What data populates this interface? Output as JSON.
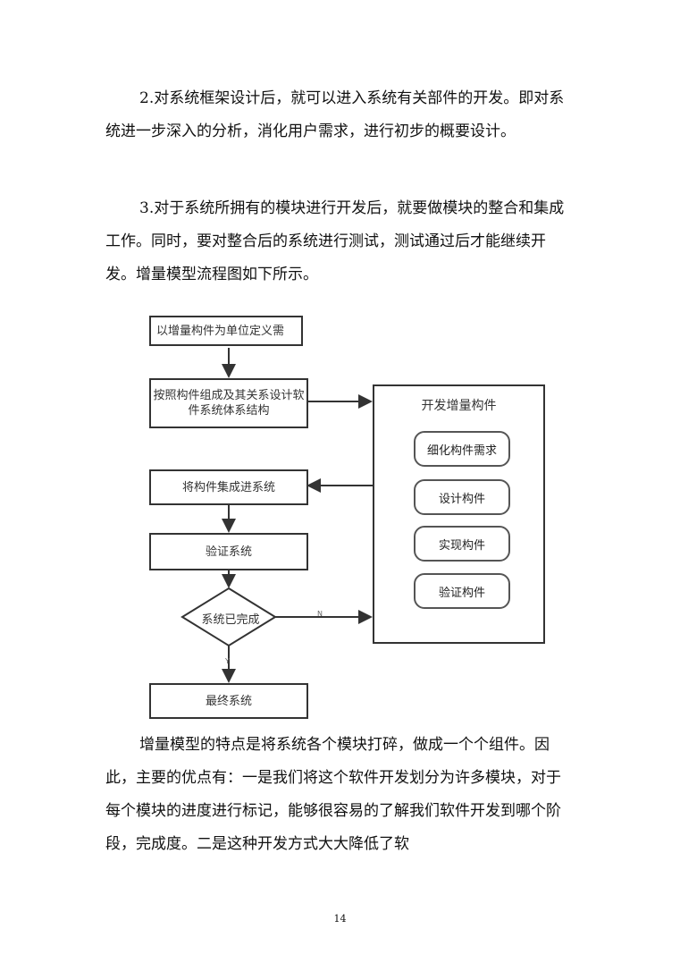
{
  "paragraphs": {
    "p1": "2.对系统框架设计后，就可以进入系统有关部件的开发。即对系统进一步深入的分析，消化用户需求，进行初步的概要设计。",
    "p2": "3.对于系统所拥有的模块进行开发后，就要做模块的整合和集成工作。同时，要对整合后的系统进行测试，测试通过后才能继续开发。增量模型流程图如下所示。",
    "p3": "增量模型的特点是将系统各个模块打碎，做成一个个组件。因此，主要的优点有：一是我们将这个软件开发划分为许多模块，对于每个模块的进度进行标记，能够很容易的了解我们软件开发到哪个阶段，完成度。二是这种开发方式大大降低了软"
  },
  "flowchart": {
    "step1": "以增量构件为单位定义需",
    "step2": "按照构件组成及其关系设计软件系统体系结构",
    "step3": "将构件集成进系统",
    "step4": "验证系统",
    "decision": "系统已完成",
    "no_label": "N",
    "yes_label": "Y",
    "final": "最终系统",
    "panel_title": "开发增量构件",
    "sub_steps": [
      "细化构件需求",
      "设计构件",
      "实现构件",
      "验证构件"
    ]
  },
  "page_number": "14"
}
